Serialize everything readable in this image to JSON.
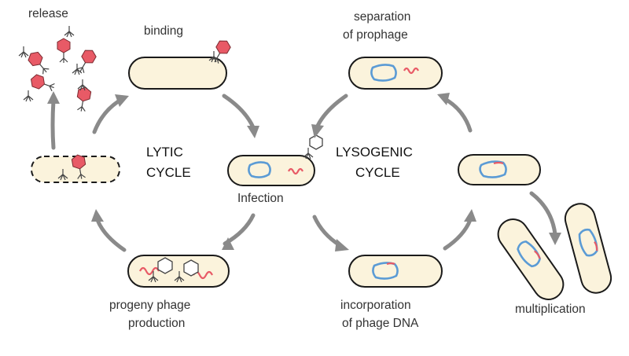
{
  "labels": {
    "release": "release",
    "binding": "binding",
    "separation_line1": "separation",
    "separation_line2": "of prophage",
    "lytic_line1": "LYTIC",
    "lytic_line2": "CYCLE",
    "lysogenic_line1": "LYSOGENIC",
    "lysogenic_line2": "CYCLE",
    "infection": "Infection",
    "progeny_line1": "progeny phage",
    "progeny_line2": "production",
    "incorporation_line1": "incorporation",
    "incorporation_line2": "of phage DNA",
    "multiplication": "multiplication"
  },
  "colors": {
    "cell_fill": "#fbf3dc",
    "bacterial_dna": "#5b9bd5",
    "phage_dna": "#e85a66",
    "arrow": "#8a8a8a",
    "capsid": "#e85a66"
  }
}
